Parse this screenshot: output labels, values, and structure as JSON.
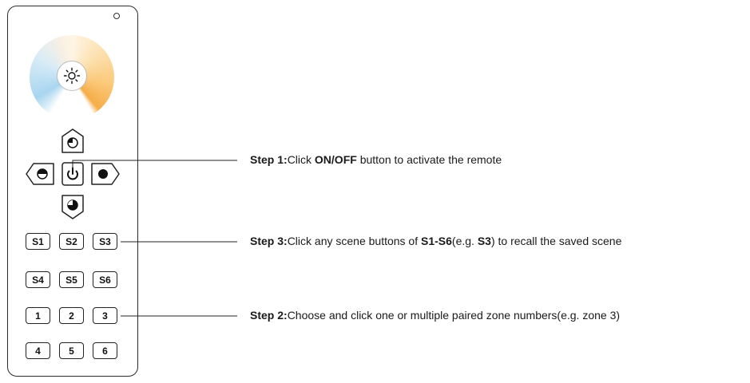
{
  "remote": {
    "wheel_icon": "sun-icon",
    "buttons": {
      "up_icon": "half-circle-up-icon",
      "left_icon": "half-circle-left-icon",
      "power_icon": "power-icon",
      "right_icon": "filled-circle-icon",
      "down_icon": "half-circle-down-icon"
    },
    "scene_row1": [
      "S1",
      "S2",
      "S3"
    ],
    "scene_row2": [
      "S4",
      "S5",
      "S6"
    ],
    "zone_row1": [
      "1",
      "2",
      "3"
    ],
    "zone_row2": [
      "4",
      "5",
      "6"
    ]
  },
  "steps": [
    {
      "prefix": "Step 1:",
      "t1": "Click ",
      "b1": "ON/OFF",
      "t2": " button to activate the remote",
      "b2": "",
      "t3": ""
    },
    {
      "prefix": "Step 3:",
      "t1": "Click any scene buttons of ",
      "b1": "S1-S6",
      "t2": "(e.g. ",
      "b2": "S3",
      "t3": ") to recall the saved scene"
    },
    {
      "prefix": "Step 2:",
      "t1": "Choose and click one or multiple paired zone numbers(e.g. zone 3)",
      "b1": "",
      "t2": "",
      "b2": "",
      "t3": ""
    }
  ]
}
